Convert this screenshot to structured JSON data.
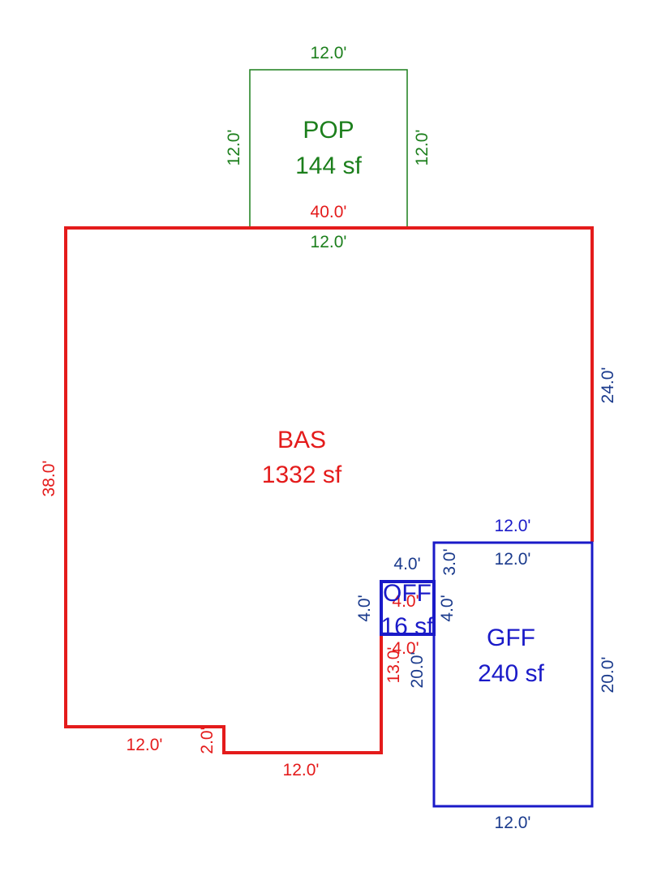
{
  "colors": {
    "bas": "#e41b1b",
    "pop": "#1c7f1c",
    "gff": "#1a1ac8",
    "gff_dim": "#1a3a8c"
  },
  "pop": {
    "name": "POP",
    "area": "144 sf",
    "dim_top": "12.0'",
    "dim_left": "12.0'",
    "dim_right": "12.0'",
    "dim_bottom": "12.0'"
  },
  "bas": {
    "name": "BAS",
    "area": "1332 sf",
    "dim_top": "40.0'",
    "dim_left": "38.0'",
    "dim_bottom_left": "12.0'",
    "dim_step": "2.0'",
    "dim_bottom_mid": "12.0'",
    "dim_inner_vertical": "13.0'",
    "dim_notch_top": "4.0'",
    "dim_notch_bottom": "4.0'"
  },
  "gff": {
    "name": "GFF",
    "area": "240 sf",
    "dim_top_outer": "12.0'",
    "dim_top_inner": "12.0'",
    "dim_right_upper": "24.0'",
    "dim_right": "20.0'",
    "dim_left": "20.0'",
    "dim_bottom": "12.0'",
    "dim_small_vertical": "3.0'"
  },
  "off": {
    "name": "OFF",
    "area": "16 sf",
    "dim_top": "4.0'",
    "dim_left": "4.0'",
    "dim_right": "4.0'"
  }
}
